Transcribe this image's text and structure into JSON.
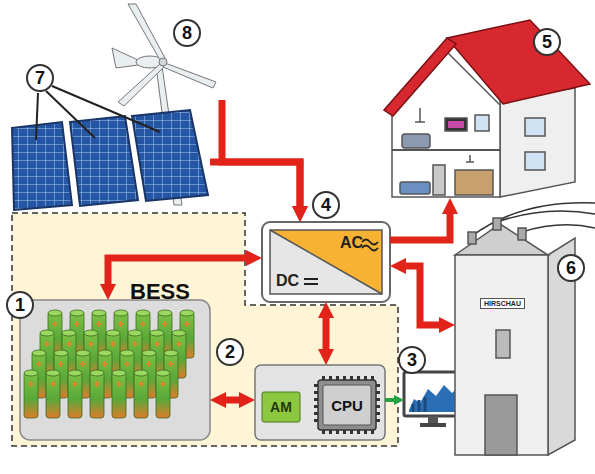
{
  "diagram": {
    "nodes": [
      {
        "text": [
          "BESS"
        ]
      },
      {
        "text": [
          "1"
        ],
        "in": 0
      },
      {
        "text": [
          "2"
        ],
        "in": 0
      },
      {
        "text": [
          "AM"
        ],
        "in": 2
      },
      {
        "text": [
          "CPU"
        ],
        "in": 2
      },
      {
        "text": [
          "4",
          "AC",
          "DC"
        ]
      },
      {
        "text": [
          "3"
        ]
      },
      {
        "text": [
          "5"
        ]
      },
      {
        "text": [
          "6",
          "HIRSCHAU"
        ]
      },
      {
        "text": [
          "7"
        ]
      },
      {
        "text": [
          "8"
        ]
      }
    ],
    "edges": [
      {
        "from": 9,
        "to": 5,
        "arrow": "to"
      },
      {
        "from": 10,
        "to": 5,
        "arrow": "to"
      },
      {
        "from": 5,
        "to": 7,
        "arrow": "to"
      },
      {
        "from": 5,
        "to": 8,
        "arrow": "both"
      },
      {
        "from": 5,
        "to": 1,
        "arrow": "both"
      },
      {
        "from": 5,
        "to": 2,
        "arrow": "both"
      },
      {
        "from": 1,
        "to": 2,
        "arrow": "both"
      },
      {
        "from": 2,
        "to": 6,
        "arrow": "to"
      }
    ]
  }
}
